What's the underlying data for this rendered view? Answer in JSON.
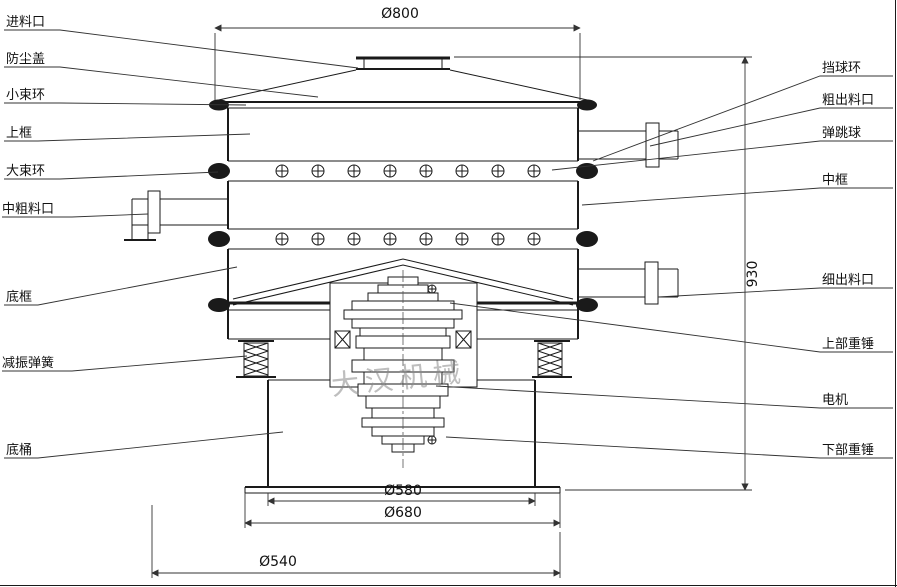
{
  "labels_left": [
    "进料口",
    "防尘盖",
    "小束环",
    "上框",
    "大束环",
    "中粗料口",
    "底框",
    "减振弹簧",
    "底桶"
  ],
  "labels_right": [
    "挡球环",
    "粗出料口",
    "弹跳球",
    "中框",
    "细出料口",
    "上部重锤",
    "电机",
    "下部重锤"
  ],
  "dimensions": {
    "top": "Ø800",
    "height": "930",
    "barrel": "Ø580",
    "flange": "Ø680",
    "base": "Ø540"
  },
  "watermark": "大汉机械",
  "colors": {
    "line": "#1a1a1a",
    "background": "#ffffff"
  }
}
